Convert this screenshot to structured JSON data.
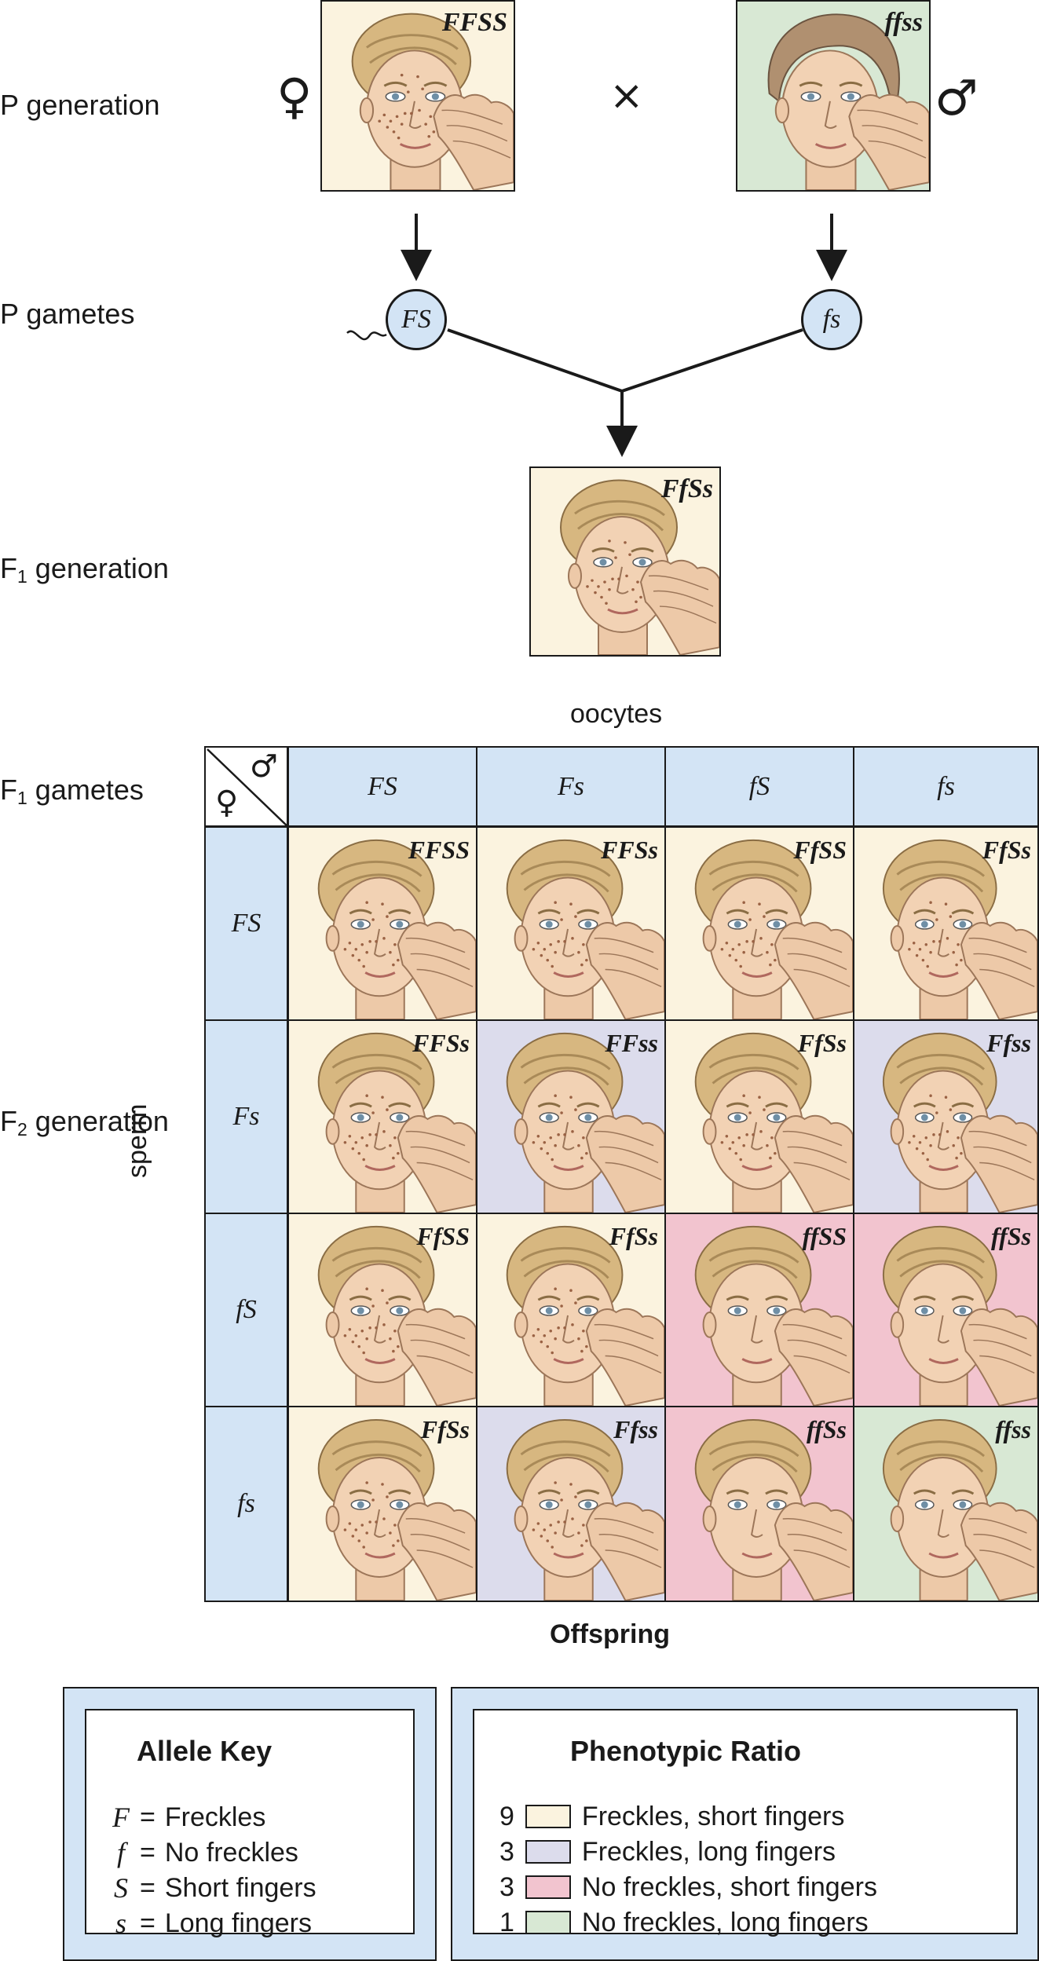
{
  "labels": {
    "p_generation": "P generation",
    "p_gametes": "P gametes",
    "f1_generation_F": "F",
    "f1_generation_sub": "1",
    "f1_generation_rest": " generation",
    "f1_gametes_F": "F",
    "f1_gametes_sub": "1",
    "f1_gametes_rest": " gametes",
    "f2_generation_F": "F",
    "f2_generation_sub": "2",
    "f2_generation_rest": " generation",
    "oocytes": "oocytes",
    "sperm": "sperm",
    "offspring": "Offspring"
  },
  "symbols": {
    "female": "♀",
    "male": "♂",
    "cross": "×"
  },
  "colors": {
    "freckles_short": "#fbf3df",
    "freckles_long": "#dcdcec",
    "no_freckles_short": "#f2c4cf",
    "no_freckles_long": "#d8e8d4",
    "header_blue": "#d3e4f5"
  },
  "parents": {
    "female": {
      "genotype": "FFSS",
      "phenotype": "freckles_short"
    },
    "male": {
      "genotype": "ffss",
      "phenotype": "no_freckles_long"
    }
  },
  "p_gametes": {
    "female": "FS",
    "male": "fs"
  },
  "f1": {
    "genotype": "FfSs",
    "phenotype": "freckles_short"
  },
  "punnett": {
    "col_headers": [
      "FS",
      "Fs",
      "fS",
      "fs"
    ],
    "row_headers": [
      "FS",
      "Fs",
      "fS",
      "fs"
    ],
    "corner_male": "♂",
    "corner_female": "♀",
    "cells": [
      [
        {
          "g": "FFSS",
          "p": "freckles_short"
        },
        {
          "g": "FFSs",
          "p": "freckles_short"
        },
        {
          "g": "FfSS",
          "p": "freckles_short"
        },
        {
          "g": "FfSs",
          "p": "freckles_short"
        }
      ],
      [
        {
          "g": "FFSs",
          "p": "freckles_short"
        },
        {
          "g": "FFss",
          "p": "freckles_long"
        },
        {
          "g": "FfSs",
          "p": "freckles_short"
        },
        {
          "g": "Ffss",
          "p": "freckles_long"
        }
      ],
      [
        {
          "g": "FfSS",
          "p": "freckles_short"
        },
        {
          "g": "FfSs",
          "p": "freckles_short"
        },
        {
          "g": "ffSS",
          "p": "no_freckles_short"
        },
        {
          "g": "ffSs",
          "p": "no_freckles_short"
        }
      ],
      [
        {
          "g": "FfSs",
          "p": "freckles_short"
        },
        {
          "g": "Ffss",
          "p": "freckles_long"
        },
        {
          "g": "ffSs",
          "p": "no_freckles_short"
        },
        {
          "g": "ffss",
          "p": "no_freckles_long"
        }
      ]
    ]
  },
  "allele_key": {
    "title": "Allele Key",
    "items": [
      {
        "symbol": "F",
        "eq": "=",
        "meaning": "Freckles"
      },
      {
        "symbol": "f",
        "eq": "=",
        "meaning": "No freckles"
      },
      {
        "symbol": "S",
        "eq": "=",
        "meaning": "Short fingers"
      },
      {
        "symbol": "s",
        "eq": "=",
        "meaning": "Long fingers"
      }
    ]
  },
  "phenotypic_ratio": {
    "title": "Phenotypic Ratio",
    "items": [
      {
        "count": "9",
        "color": "#fbf3df",
        "label": "Freckles, short fingers"
      },
      {
        "count": "3",
        "color": "#dcdcec",
        "label": "Freckles, long fingers"
      },
      {
        "count": "3",
        "color": "#f2c4cf",
        "label": "No freckles, short fingers"
      },
      {
        "count": "1",
        "color": "#d8e8d4",
        "label": "No freckles, long fingers"
      }
    ]
  }
}
